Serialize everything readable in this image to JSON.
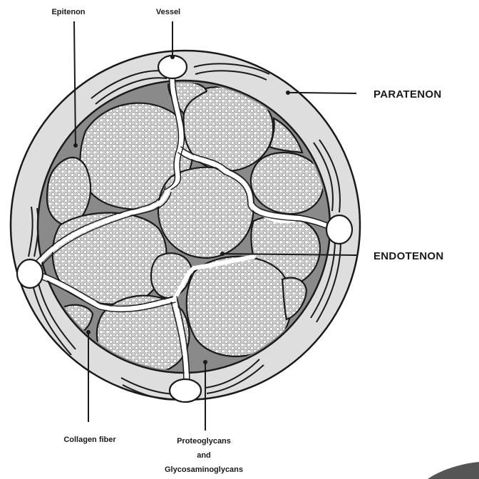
{
  "labels": {
    "epitenon": "Epitenon",
    "vessel": "Vessel",
    "paratenon": "PARATENON",
    "endotenon": "ENDOTENON",
    "collagen_fiber": "Collagen fiber",
    "proteoglycans_line1": "Proteoglycans",
    "proteoglycans_line2": "and",
    "proteoglycans_line3": "Glycosaminoglycans"
  },
  "colors": {
    "paratenon_fill": "#dedede",
    "fascicle_gap": "#8a8a8a",
    "fascicle_fill": "#d6d6d6",
    "outline": "#1a1a1a"
  }
}
